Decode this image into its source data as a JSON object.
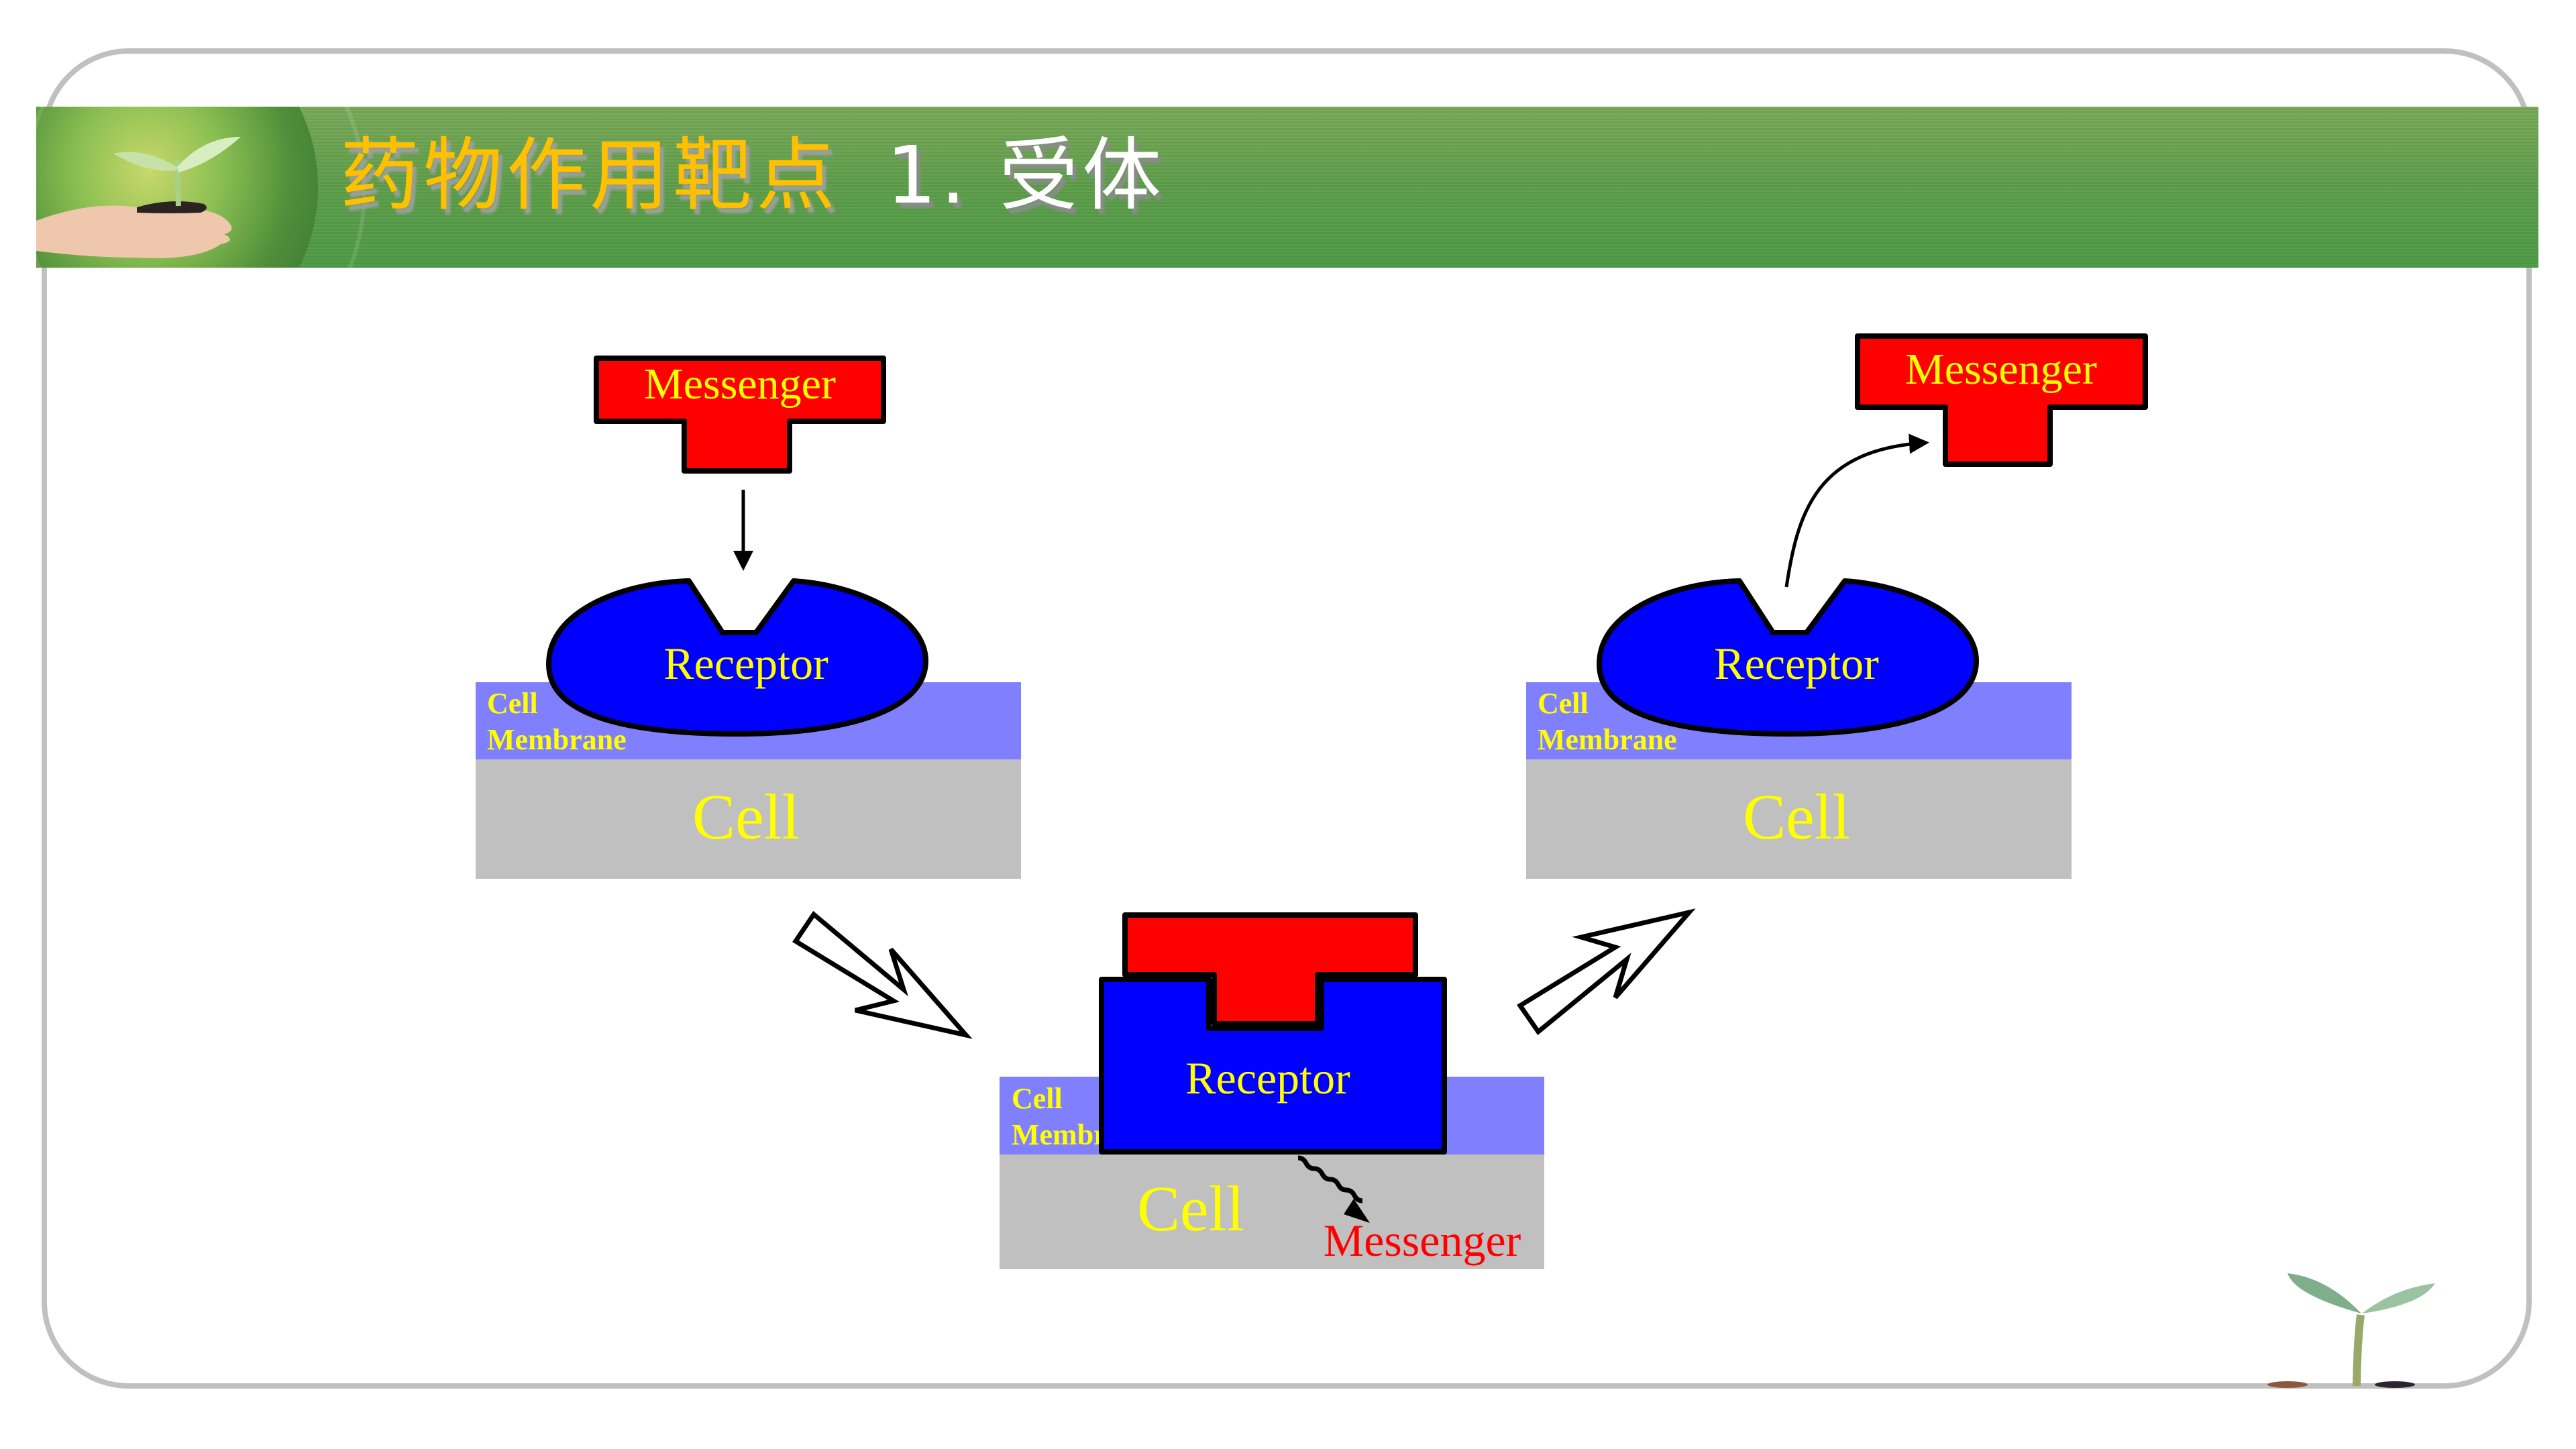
{
  "slide": {
    "title_main": "药物作用靶点",
    "title_sub": "1.  受体"
  },
  "colors": {
    "messenger_fill": "#ff0000",
    "receptor_fill": "#0000ff",
    "membrane_fill": "#8080ff",
    "cell_fill": "#c0c0c0",
    "label_yellow": "#ffff00",
    "title_gold": "#ffc000",
    "header_green": "#5f9e4a",
    "frame_gray": "#c0c0c0"
  },
  "panels": {
    "left": {
      "messenger_label": "Messenger",
      "receptor_label": "Receptor",
      "membrane_label_line1": "Cell",
      "membrane_label_line2": "Membrane",
      "cell_label": "Cell"
    },
    "middle": {
      "receptor_label": "Receptor",
      "membrane_label_line1": "Cell",
      "membrane_label_line2": "Membrane",
      "cell_label": "Cell",
      "second_messenger_label": "Messenger"
    },
    "right": {
      "messenger_label": "Messenger",
      "receptor_label": "Receptor",
      "membrane_label_line1": "Cell",
      "membrane_label_line2": "Membrane",
      "cell_label": "Cell"
    }
  },
  "icons": {
    "header_photo": "hands-holding-seedling-image",
    "corner_decoration": "seedling-sprout-image"
  }
}
